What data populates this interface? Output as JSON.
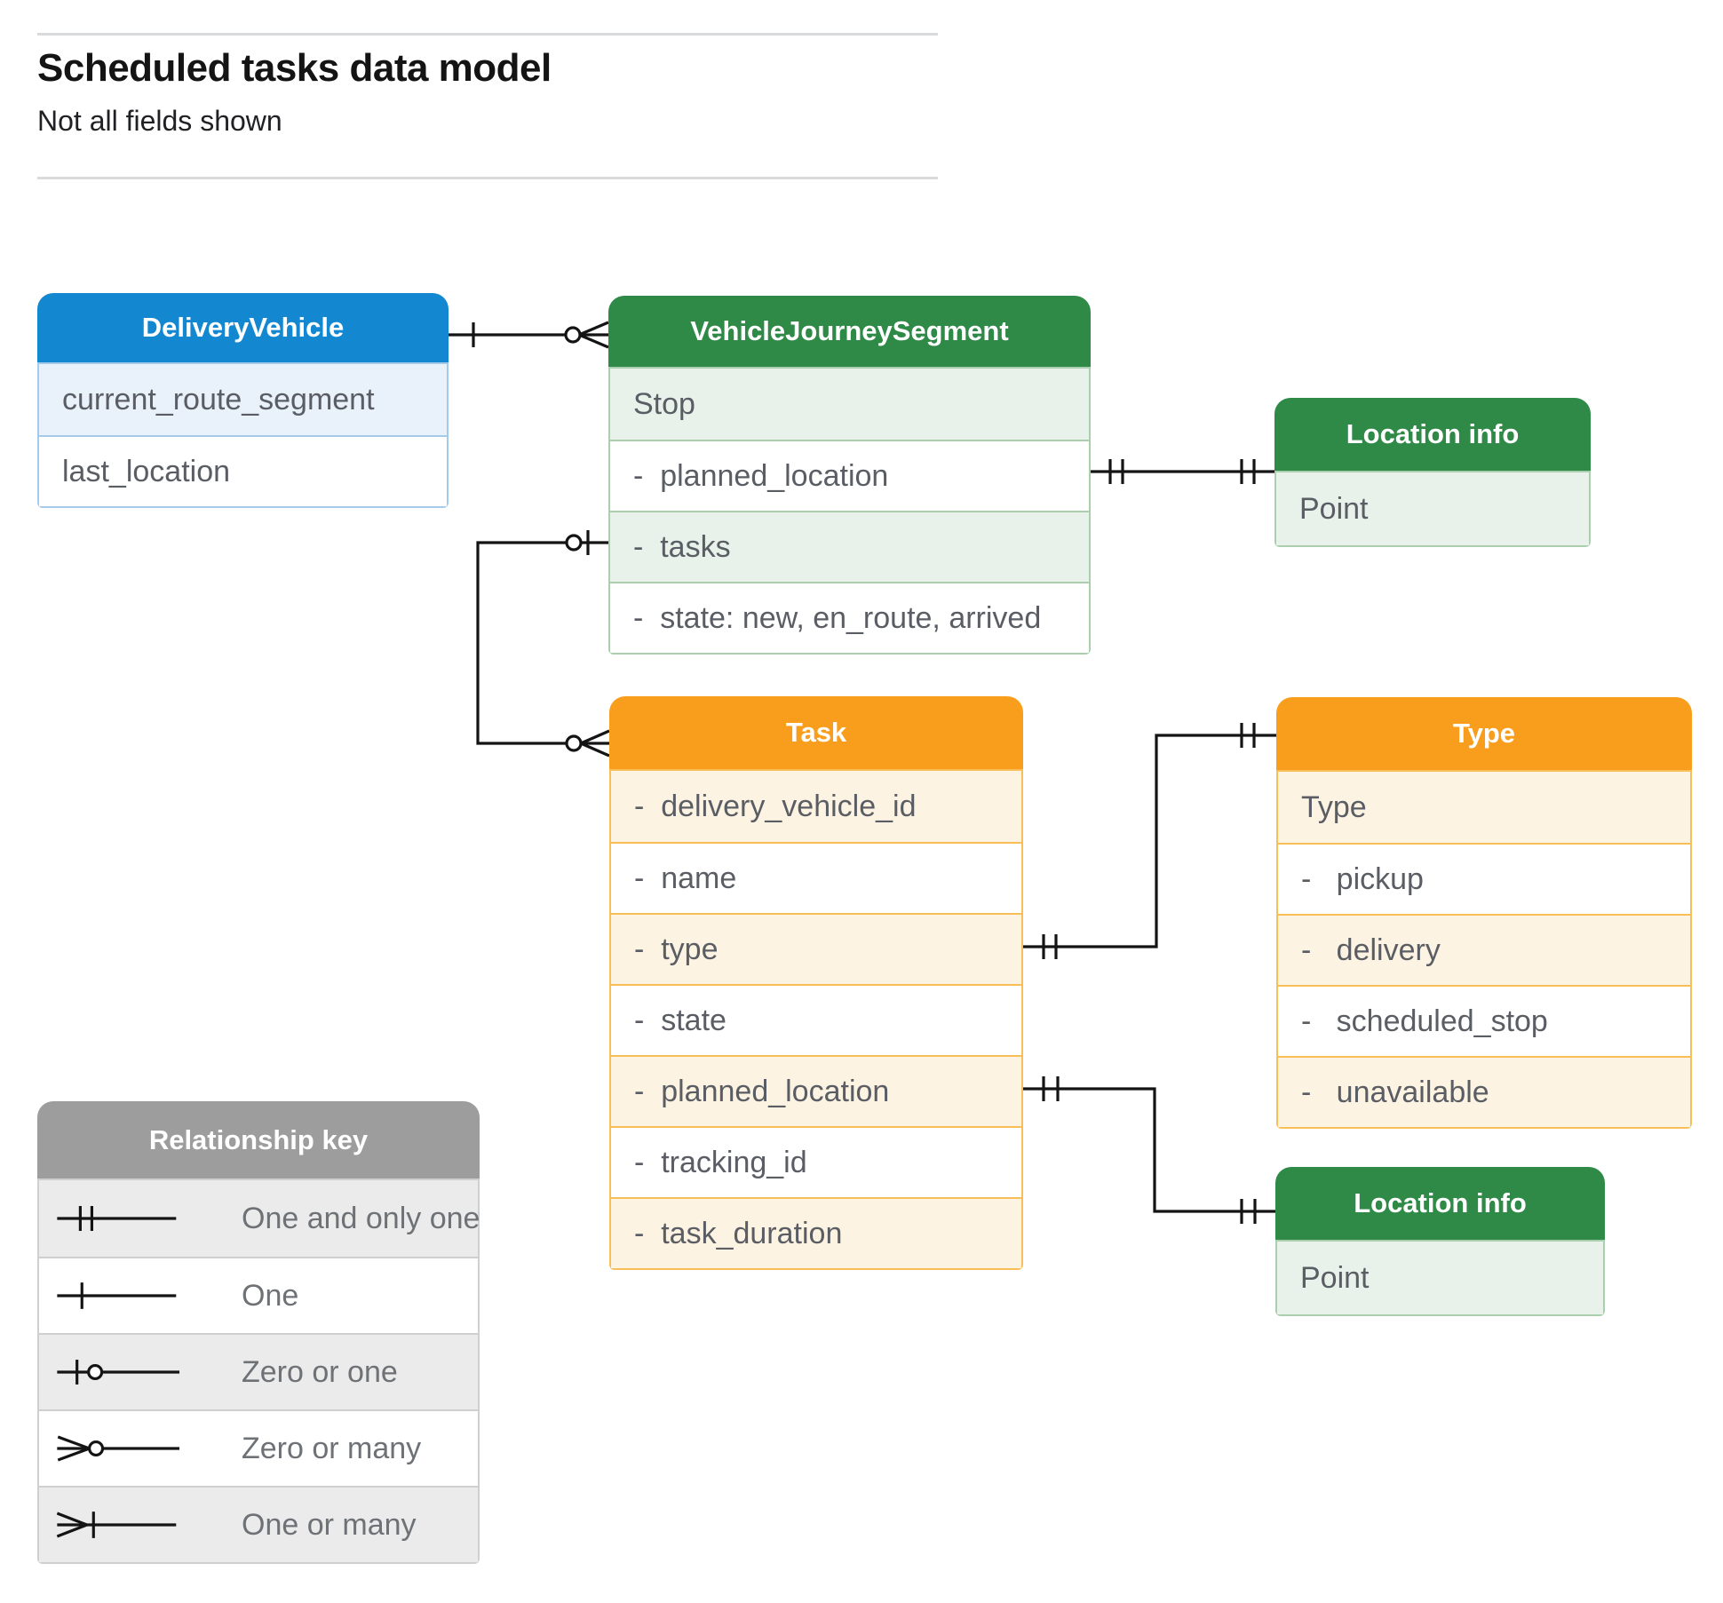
{
  "header": {
    "title": "Scheduled tasks data model",
    "subtitle": "Not all fields shown"
  },
  "entities": {
    "deliveryVehicle": {
      "title": "DeliveryVehicle",
      "rows": [
        {
          "label": "current_route_segment"
        },
        {
          "label": "last_location"
        }
      ]
    },
    "vehicleJourneySegment": {
      "title": "VehicleJourneySegment",
      "rows": [
        {
          "label": "Stop"
        },
        {
          "label": "-  planned_location"
        },
        {
          "label": "-  tasks"
        },
        {
          "label": "-  state: new, en_route, arrived"
        }
      ]
    },
    "locationInfoTop": {
      "title": "Location info",
      "rows": [
        {
          "label": "Point"
        }
      ]
    },
    "task": {
      "title": "Task",
      "rows": [
        {
          "label": "-  delivery_vehicle_id"
        },
        {
          "label": "-  name"
        },
        {
          "label": "-  type"
        },
        {
          "label": "-  state"
        },
        {
          "label": "-  planned_location"
        },
        {
          "label": "-  tracking_id"
        },
        {
          "label": "-  task_duration"
        }
      ]
    },
    "type": {
      "title": "Type",
      "rows": [
        {
          "label": "Type"
        },
        {
          "label": "-   pickup"
        },
        {
          "label": "-   delivery"
        },
        {
          "label": "-   scheduled_stop"
        },
        {
          "label": "-   unavailable"
        }
      ]
    },
    "locationInfoBottom": {
      "title": "Location info",
      "rows": [
        {
          "label": "Point"
        }
      ]
    }
  },
  "relationships": [
    {
      "from": "DeliveryVehicle",
      "to": "VehicleJourneySegment",
      "from_symbol": "one",
      "to_symbol": "zero-or-many"
    },
    {
      "from": "VehicleJourneySegment.tasks",
      "to": "Task",
      "from_symbol": "zero-or-one",
      "to_symbol": "zero-or-many"
    },
    {
      "from": "VehicleJourneySegment.planned_location",
      "to": "Location info",
      "from_symbol": "one-and-only-one",
      "to_symbol": "one-and-only-one"
    },
    {
      "from": "Task.type",
      "to": "Type",
      "from_symbol": "one-and-only-one",
      "to_symbol": "one-and-only-one"
    },
    {
      "from": "Task.planned_location",
      "to": "Location info",
      "from_symbol": "one-and-only-one",
      "to_symbol": "one-and-only-one"
    }
  ],
  "legend": {
    "title": "Relationship key",
    "items": [
      {
        "symbol": "one-and-only-one",
        "label": "One and only one"
      },
      {
        "symbol": "one",
        "label": "One"
      },
      {
        "symbol": "zero-or-one",
        "label": "Zero or one"
      },
      {
        "symbol": "zero-or-many",
        "label": "Zero or many"
      },
      {
        "symbol": "one-or-many",
        "label": "One or many"
      }
    ]
  },
  "colors": {
    "blue_header": "#1487D1",
    "blue_tint": "#E9F1FB",
    "blue_border": "#A6CBEA",
    "green_header": "#2F8A47",
    "green_tint": "#E9F2EA",
    "green_border": "#A9CFAE",
    "orange_header": "#F89D1C",
    "orange_tint": "#FDF3E2",
    "orange_border": "#F8BE57",
    "gray_header": "#9D9D9D",
    "gray_tint": "#EBEBEB",
    "gray_border": "#CFCFCF",
    "line": "#141414",
    "row_text": "#5A5E64",
    "title_text": "#141414"
  }
}
